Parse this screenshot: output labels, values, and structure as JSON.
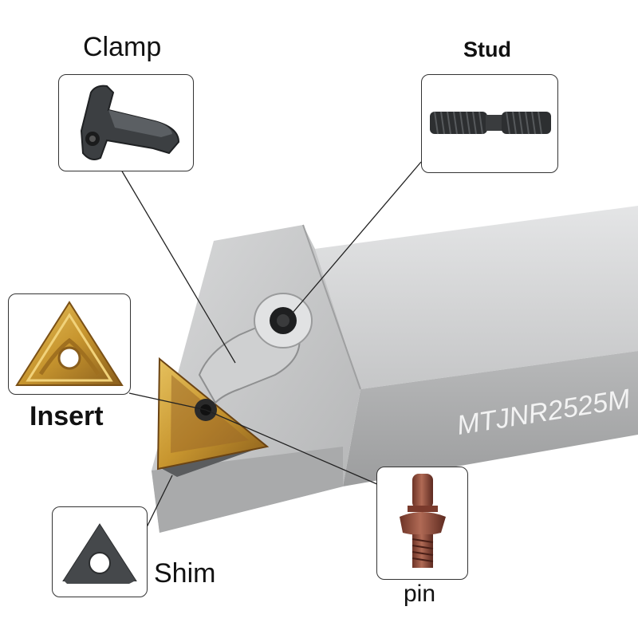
{
  "labels": {
    "clamp": "Clamp",
    "stud": "Stud",
    "insert": "Insert",
    "shim": "Shim",
    "pin": "pin"
  },
  "holder": {
    "marking": "MTJNR2525M"
  },
  "colors": {
    "holder_silver": "#c9cacb",
    "insert_gold": "#c89a3a",
    "insert_coated": "#8a5a26",
    "pin_copper": "#8a4a3a",
    "clamp_dark": "#3c3f42",
    "leader_line": "#222222"
  }
}
